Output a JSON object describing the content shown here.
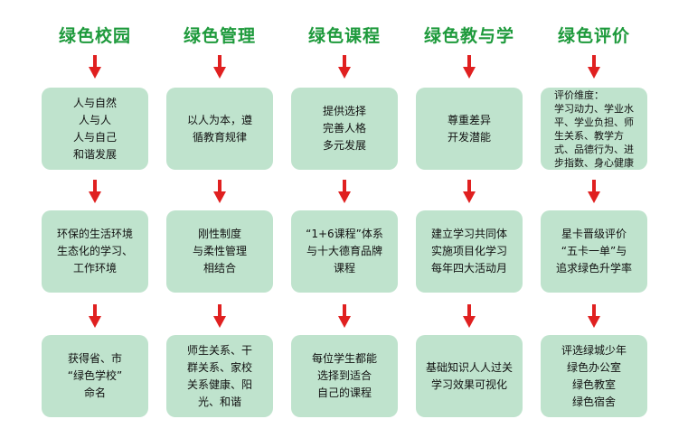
{
  "columns": [
    {
      "title": "绿色校园",
      "boxes": [
        "人与自然\n人与人\n人与自己\n和谐发展",
        "环保的生活环境\n生态化的学习、\n工作环境",
        "获得省、市\n“绿色学校”\n命名"
      ]
    },
    {
      "title": "绿色管理",
      "boxes": [
        "以人为本，遵\n循教育规律",
        "刚性制度\n与柔性管理\n相结合",
        "师生关系、干\n群关系、家校\n关系健康、阳\n光、和谐"
      ]
    },
    {
      "title": "绿色课程",
      "boxes": [
        "提供选择\n完善人格\n多元发展",
        "“1+6课程”体系\n与十大德育品牌\n课程",
        "每位学生都能\n选择到适合\n自己的课程"
      ]
    },
    {
      "title": "绿色教与学",
      "boxes": [
        "尊重差异\n开发潜能",
        "建立学习共同体\n实施项目化学习\n每年四大活动月",
        "基础知识人人过关\n学习效果可视化"
      ]
    },
    {
      "title": "绿色评价",
      "boxes": [
        "评价维度：\n学习动力、学业水\n平、学业负担、师\n生关系、教学方\n式、品德行为、进\n步指数、身心健康",
        "星卡晋级评价\n“五卡一单”与\n追求绿色升学率",
        "评选绿城少年\n绿色办公室\n绿色教室\n绿色宿舍"
      ]
    }
  ],
  "colors": {
    "title": "#1e9a3c",
    "box": "#bfe3cd",
    "arrow": "#e02020"
  }
}
